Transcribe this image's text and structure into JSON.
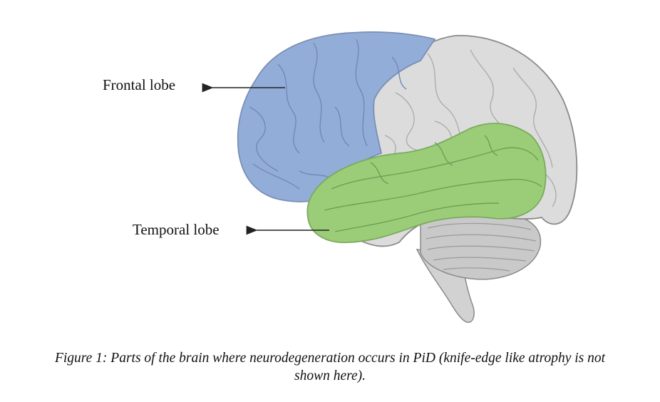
{
  "labels": {
    "frontal": "Frontal lobe",
    "temporal": "Temporal lobe"
  },
  "caption": {
    "line1": "Figure 1: Parts of the brain where neurodegeneration occurs in PiD (knife-edge like atrophy is not",
    "line2": "shown here)."
  },
  "colors": {
    "frontal_lobe": "#93add9",
    "temporal_lobe": "#9bcd79",
    "cortex_gray": "#dcdcdc",
    "cerebellum_gray": "#c9c9c9",
    "outline": "#8a8a8a"
  }
}
